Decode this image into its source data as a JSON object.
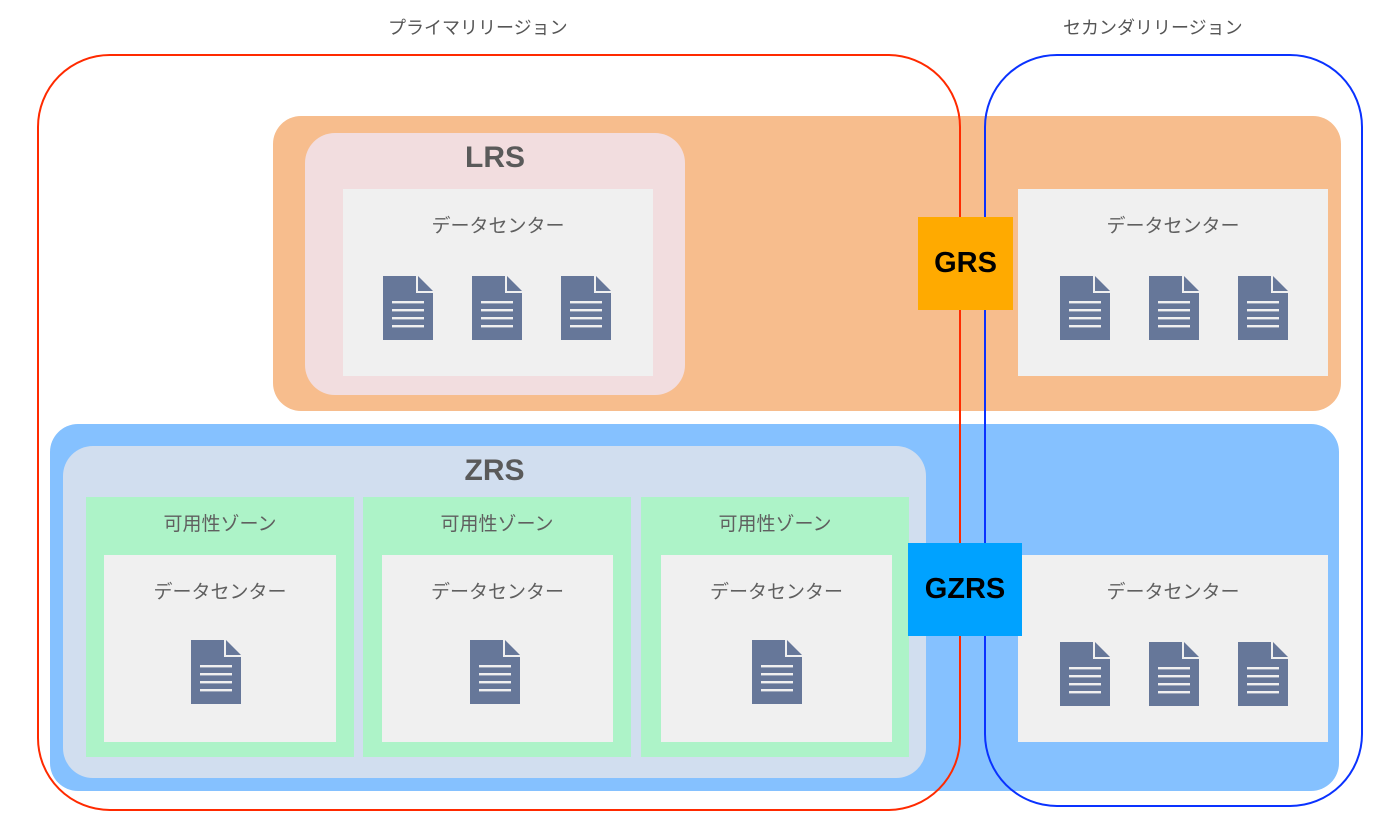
{
  "regions": {
    "primary": {
      "label": "プライマリリージョン",
      "color": "#ff2a00"
    },
    "secondary": {
      "label": "セカンダリリージョン",
      "color": "#0a32ff"
    }
  },
  "redundancy": {
    "lrs": {
      "label": "LRS"
    },
    "zrs": {
      "label": "ZRS"
    },
    "grs": {
      "label": "GRS",
      "color": "#ffaa00"
    },
    "gzrs": {
      "label": "GZRS",
      "color": "#00a2ff"
    }
  },
  "datacenter_label": "データセンター",
  "availability_zone_label": "可用性ゾーン",
  "lrs_datacenter": {
    "label": "データセンター",
    "copies": 3
  },
  "grs_secondary_datacenter": {
    "label": "データセンター",
    "copies": 3
  },
  "zrs_zones": [
    {
      "label": "可用性ゾーン",
      "datacenter": "データセンター",
      "copies": 1
    },
    {
      "label": "可用性ゾーン",
      "datacenter": "データセンター",
      "copies": 1
    },
    {
      "label": "可用性ゾーン",
      "datacenter": "データセンター",
      "copies": 1
    }
  ],
  "gzrs_secondary_datacenter": {
    "label": "データセンター",
    "copies": 3
  },
  "icons": {
    "data_copy": "document-icon"
  },
  "colors": {
    "grs_band": "#f7bd8d",
    "gzrs_band": "#85c1ff",
    "lrs_box": "#f2dddf",
    "zrs_box": "#d1deef",
    "availability_zone": "#adf3c8",
    "datacenter": "#f0f0f0",
    "document": "#667799"
  }
}
